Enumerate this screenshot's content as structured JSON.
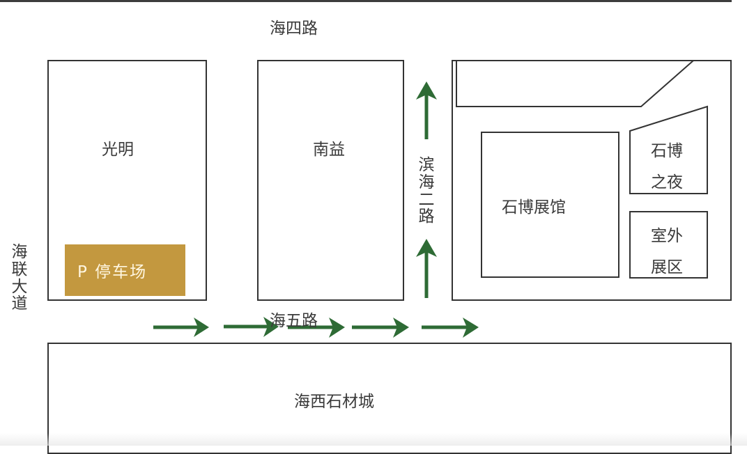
{
  "map": {
    "roads": {
      "north": "海四路",
      "south": "海五路",
      "west": "海联大道",
      "east": "滨海二路"
    },
    "blocks": {
      "guangming": "光明",
      "nanyi": "南益",
      "museum": "石博展馆",
      "night_market": "石博之夜",
      "outdoor": "室外展区",
      "stone_city": "海西石材城"
    },
    "parking": {
      "label": "P 停车场",
      "color": "#c3983f"
    },
    "colors": {
      "arrow": "#2e6b35",
      "outline": "#333333",
      "text": "#3a3a3a"
    },
    "arrows": {
      "eastbound_count": 5,
      "northbound_count": 2
    }
  }
}
